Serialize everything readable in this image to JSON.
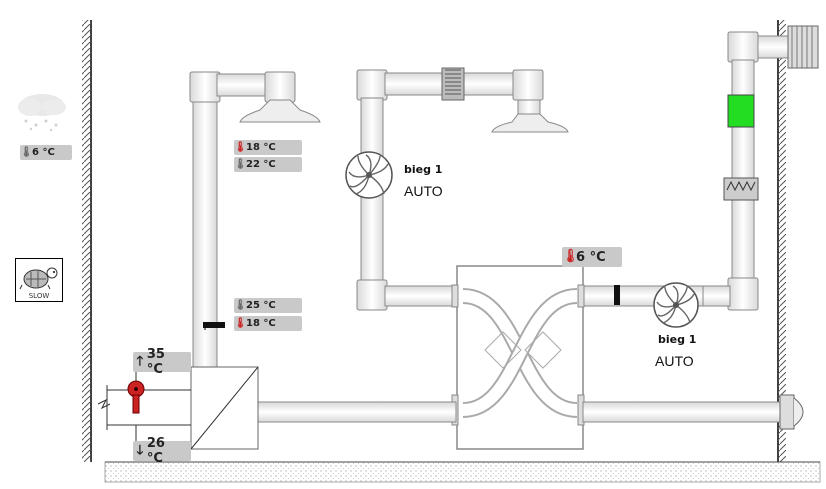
{
  "outdoor": {
    "temp": "6 °C",
    "icon": "cloud-snow-icon"
  },
  "eco_mode": {
    "label": "SLOW",
    "icon": "turtle-icon"
  },
  "supply_readings": {
    "top_1": "18 °C",
    "top_2": "22 °C",
    "mid_1": "25 °C",
    "mid_2": "18 °C"
  },
  "heater": {
    "supply_temp": "35 °C",
    "return_temp": "26 °C"
  },
  "exhaust": {
    "temp": "6 °C"
  },
  "fan_supply": {
    "speed": "bieg 1",
    "mode": "AUTO"
  },
  "fan_exhaust": {
    "speed": "bieg 1",
    "mode": "AUTO"
  },
  "colors": {
    "filter_ok": "#22dd22",
    "thermo_red": "#cc2222",
    "badge": "#c9c9c9",
    "pipe_stroke": "#888888"
  }
}
